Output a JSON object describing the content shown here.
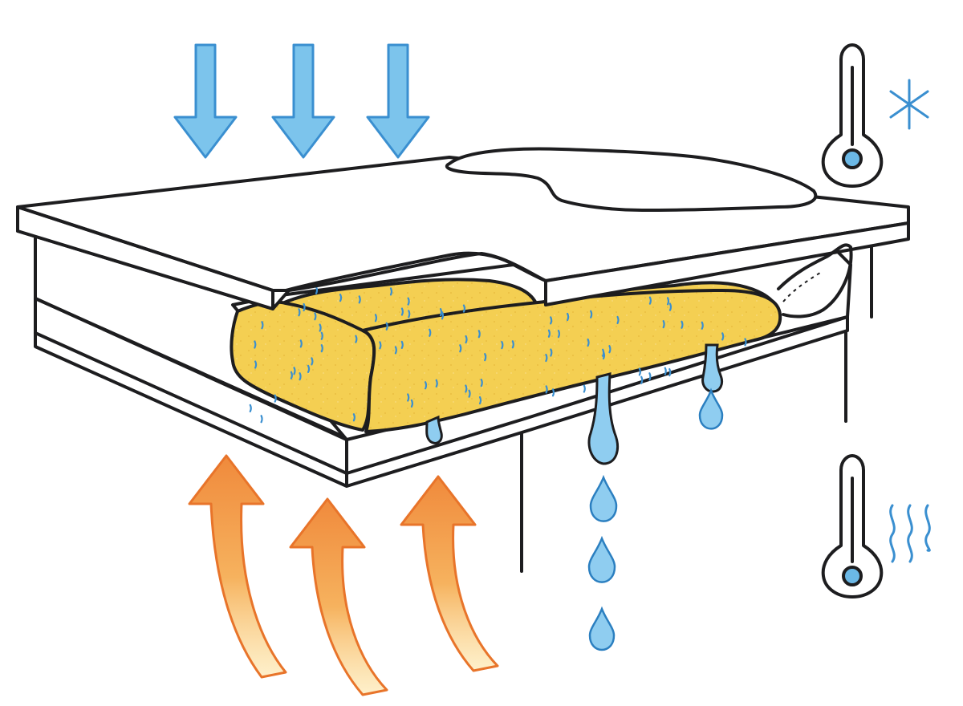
{
  "diagram": {
    "subject": "",
    "colors": {
      "outline": "#1d1d1f",
      "cold_arrow": "#7cc4ec",
      "cold_arrow_stroke": "#3a8fd0",
      "warm_arrow_top": "#f08a3c",
      "warm_arrow_bottom": "#fde6a8",
      "warm_arrow_stroke": "#e8742a",
      "insulation": "#f4cf52",
      "insulation_dots": "#3a8fd0",
      "water_drop": "#8fcdf0",
      "water_drop_stroke": "#2b7fc0",
      "thermometer_bulb": "#6bb8e6",
      "snow_patch": "#ffffff",
      "cold_symbol": "#3a8fd0",
      "heat_waves": "#3a8fd0"
    },
    "icons": {
      "cold_air": "down-arrow-icon",
      "warm_air": "curved-up-arrow-icon",
      "cold_thermometer": "thermometer-icon",
      "snowflake": "snowflake-icon",
      "warm_thermometer": "thermometer-icon",
      "heat": "heat-waves-icon",
      "condensation": "water-drop-icon"
    },
    "counts": {
      "cold_air_arrows": 3,
      "warm_air_arrows": 3,
      "falling_drops": 6
    }
  }
}
